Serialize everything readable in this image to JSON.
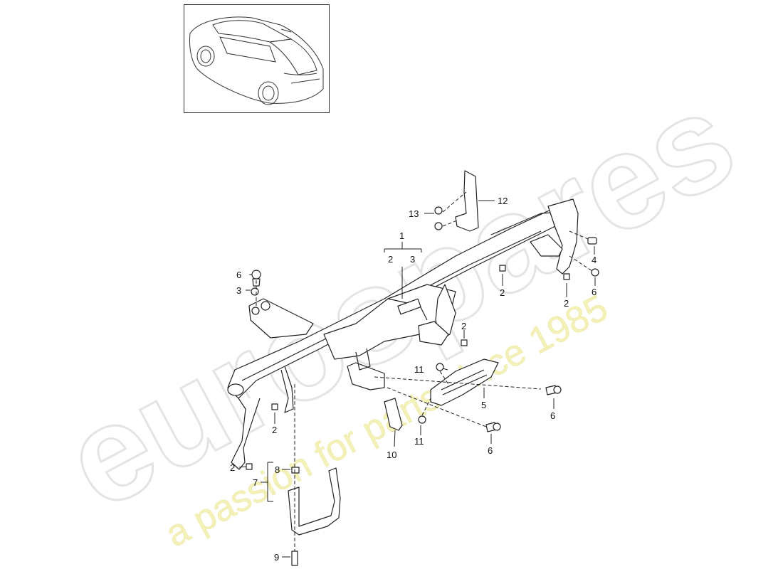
{
  "watermark": {
    "brand": "eurospares",
    "tagline": "a passion for parts since 1985",
    "brand_color": "#e9e9e9",
    "tagline_color": "#f2f0b0"
  },
  "thumbnail": {
    "icon": "car-overview-icon"
  },
  "callouts": {
    "c1": "1",
    "c2a": "2",
    "c3a": "3",
    "c12": "12",
    "c13": "13",
    "c4": "4",
    "c6a": "6",
    "c3b": "3",
    "c2b": "2",
    "c6b": "6",
    "c2c": "2",
    "c2d": "2",
    "c11a": "11",
    "c5": "5",
    "c6c": "6",
    "c10": "10",
    "c11b": "11",
    "c6d": "6",
    "c2e": "2",
    "c2f": "2",
    "c8": "8",
    "c7": "7",
    "c9": "9"
  }
}
